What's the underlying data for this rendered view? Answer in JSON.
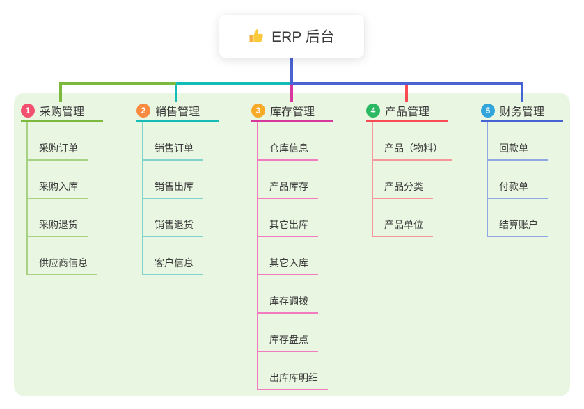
{
  "root": {
    "title": "ERP 后台",
    "icon": "thumbs-up-icon"
  },
  "colors": {
    "connector_blue": "#4A62D4",
    "panel_background": "#E9F6E2",
    "text": "#3A3A3A",
    "root_background": "#FFFFFF"
  },
  "branches": [
    {
      "num": "1",
      "label": "采购管理",
      "badge_color": "#F2506E",
      "line_color": "#7CBA3F",
      "child_line_color": "#A9D183",
      "children": [
        "采购订单",
        "采购入库",
        "采购退货",
        "供应商信息"
      ]
    },
    {
      "num": "2",
      "label": "销售管理",
      "badge_color": "#F98B40",
      "line_color": "#13BCB4",
      "child_line_color": "#7FD5CE",
      "children": [
        "销售订单",
        "销售出库",
        "销售退货",
        "客户信息"
      ]
    },
    {
      "num": "3",
      "label": "库存管理",
      "badge_color": "#F7A928",
      "line_color": "#D8389E",
      "child_line_color": "#F27BC0",
      "children": [
        "仓库信息",
        "产品库存",
        "其它出库",
        "其它入库",
        "库存调拨",
        "库存盘点",
        "出库库明细"
      ]
    },
    {
      "num": "4",
      "label": "产品管理",
      "badge_color": "#2BB863",
      "line_color": "#FA4B55",
      "child_line_color": "#F5979B",
      "children": [
        "产品（物料）",
        "产品分类",
        "产品单位"
      ]
    },
    {
      "num": "5",
      "label": "财务管理",
      "badge_color": "#31A5DB",
      "line_color": "#4463D4",
      "child_line_color": "#91A6E4",
      "children": [
        "回款单",
        "付款单",
        "结算账户"
      ]
    }
  ]
}
